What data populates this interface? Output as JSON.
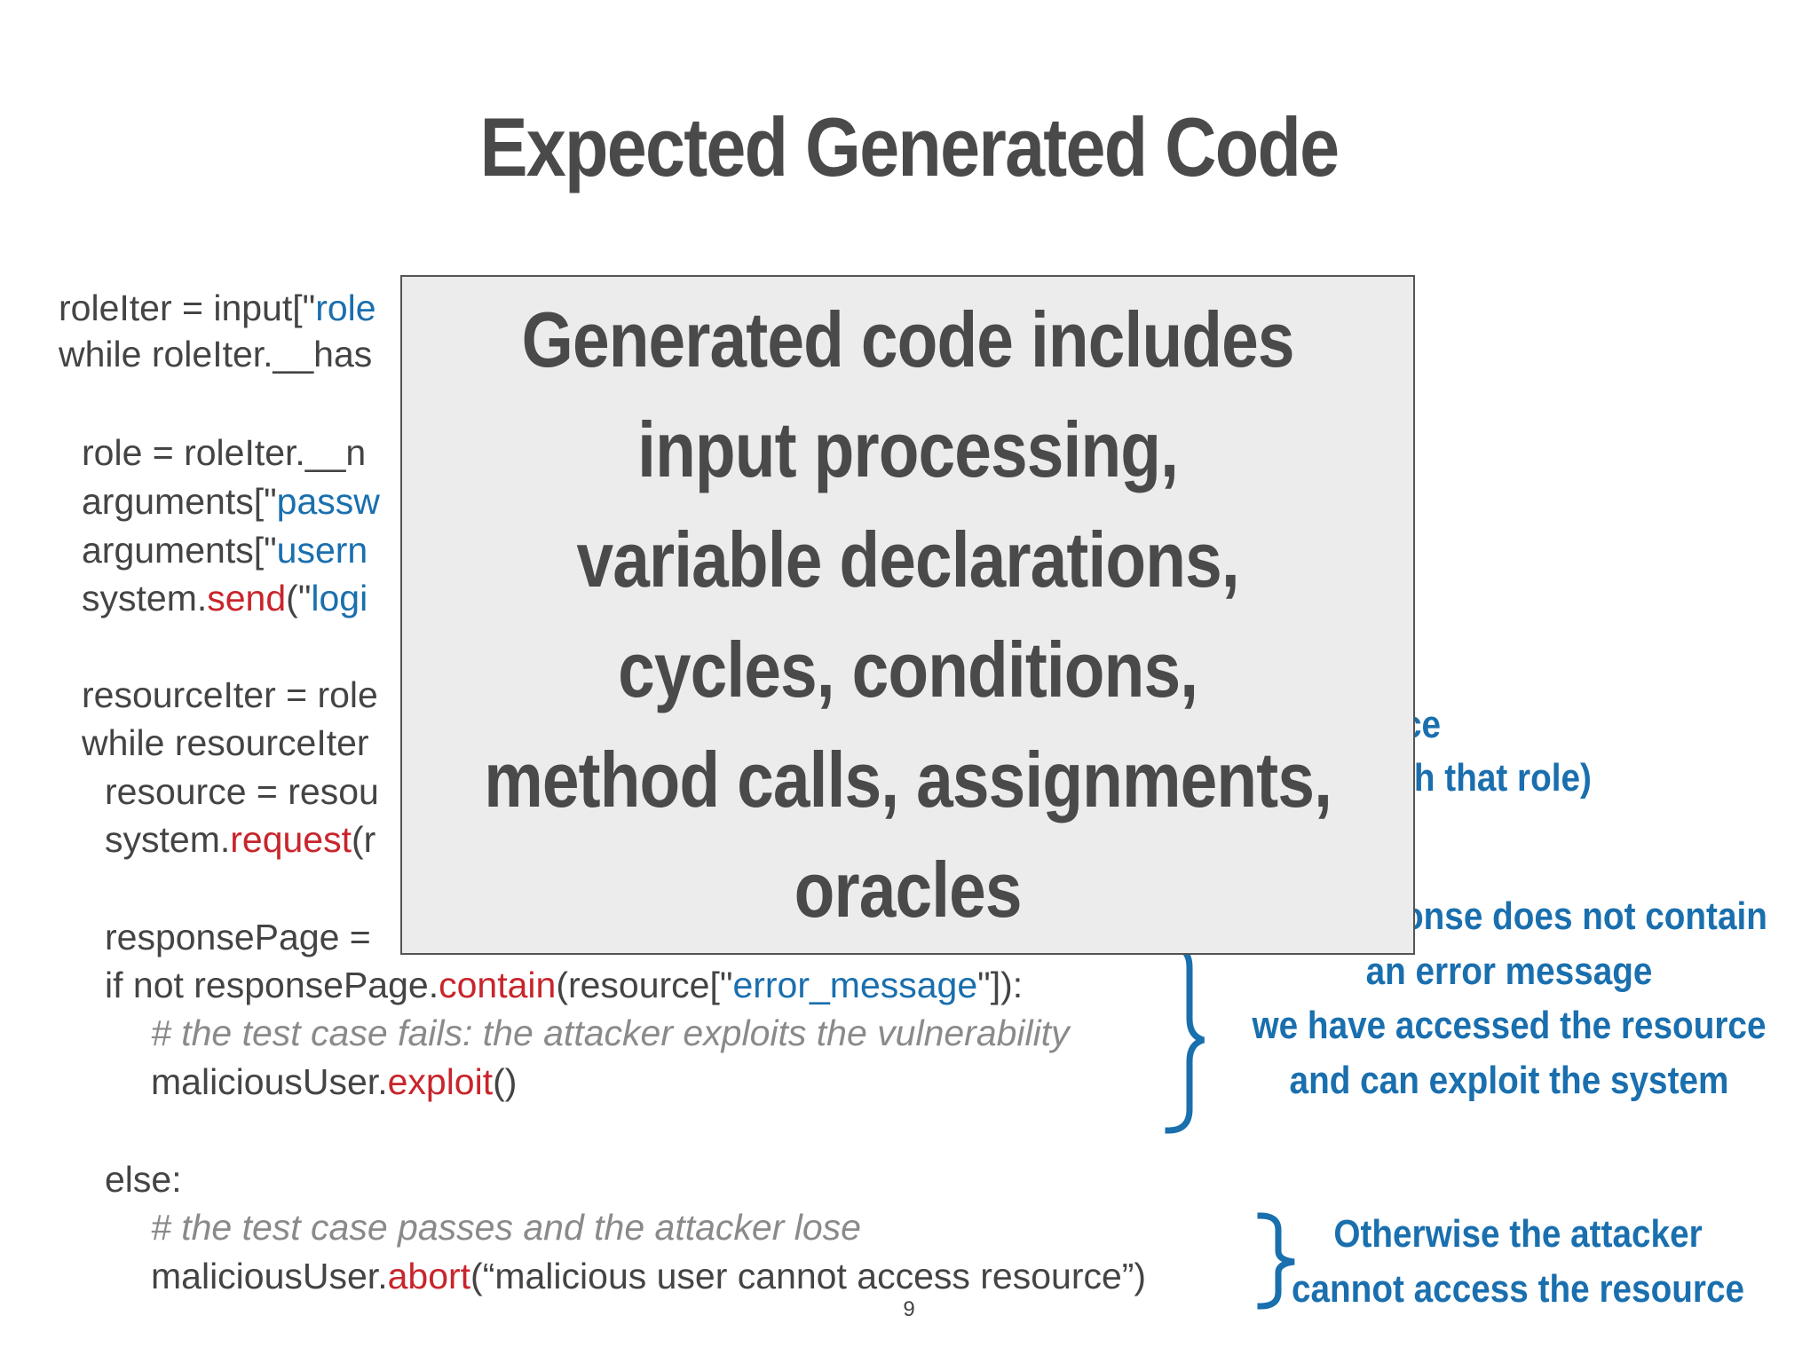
{
  "title": "Expected Generated Code",
  "code": {
    "l1a": "roleIter = input[\"",
    "l1b": "role",
    "l2": "while roleIter.__has",
    "l3": "role = roleIter.__n",
    "l4a": "arguments[\"",
    "l4b": "passw",
    "l5a": "arguments[\"",
    "l5b": "usern",
    "l6a": "system.",
    "l6b": "send",
    "l6c": "(\"",
    "l6d": "logi",
    "l7": "resourceIter = role",
    "l8": "while resourceIter",
    "l9": "resource = resou",
    "l10a": "system.",
    "l10b": "request",
    "l10c": "(r",
    "l11": "responsePage = ",
    "l12a": "if not responsePage.",
    "l12b": "contain",
    "l12c": "(resource[\"",
    "l12d": "error_message",
    "l12e": "\"]):",
    "l13": "# the test case fails: the attacker exploits the vulnerability",
    "l14a": "maliciousUser.",
    "l14b": "exploit",
    "l14c": "()",
    "l15": "else:",
    "l16": "# the test case passes and the attacker lose",
    "l17a": "maliciousUser.",
    "l17b": "abort",
    "l17c": "(“malicious user cannot access resource”)"
  },
  "annotations": {
    "a1l1": "ce",
    "a1l2": "th that role)",
    "a2l1": "onse does not contain",
    "a2l2": "an error message",
    "a2l3": "we have accessed the resource",
    "a2l4": "and can exploit the system",
    "a3l1": "Otherwise the attacker",
    "a3l2": "cannot access the resource"
  },
  "overlay": {
    "line1": "Generated code includes",
    "line2": "input processing,",
    "line3": "variable declarations,",
    "line4": "cycles, conditions,",
    "line5": "method calls, assignments,",
    "line6": "oracles"
  },
  "page_number": "9",
  "colors": {
    "keyword_blue": "#1a6fae",
    "keyword_red": "#c8252c",
    "comment_gray": "#8a8a8a",
    "text": "#4a4a4a"
  }
}
